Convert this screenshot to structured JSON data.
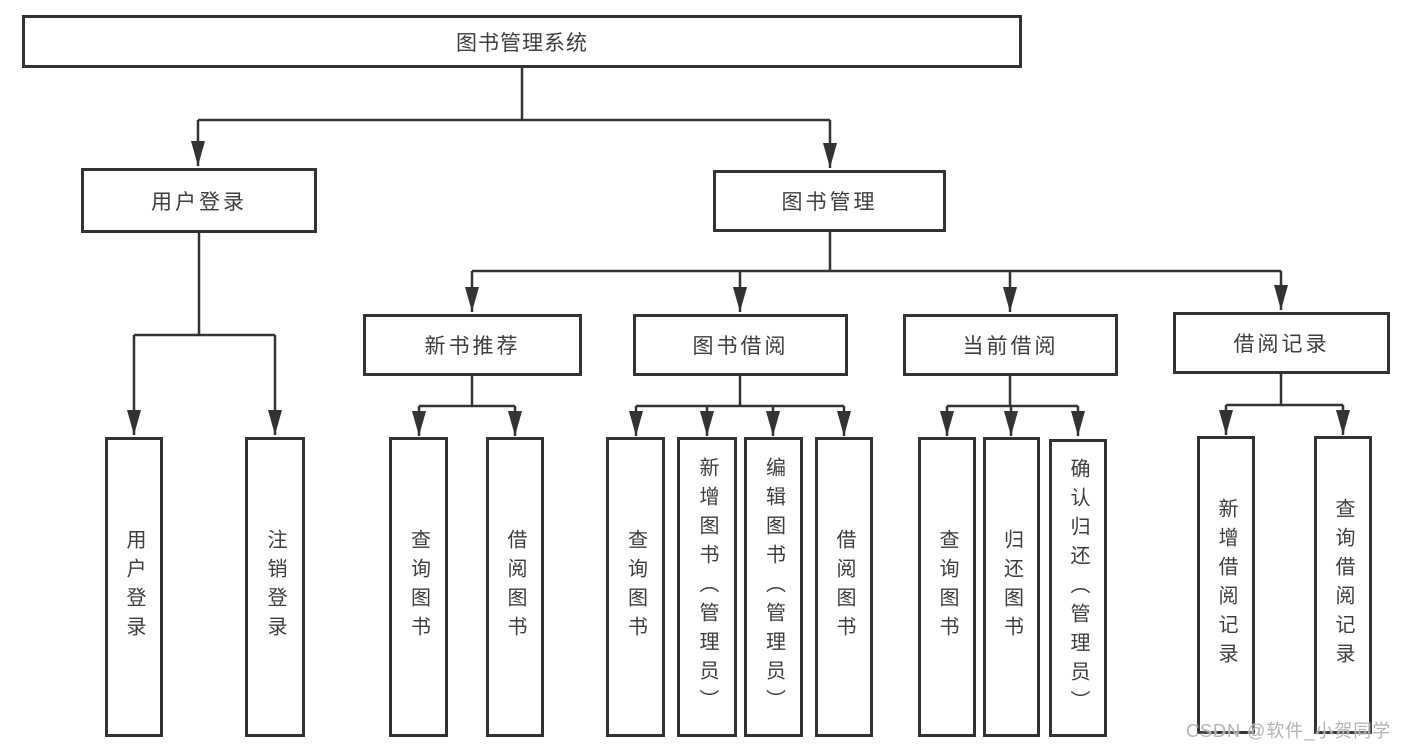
{
  "tree": {
    "root": "图书管理系统",
    "branches": [
      {
        "label": "用户登录",
        "children": [
          "用户登录",
          "注销登录"
        ]
      },
      {
        "label": "图书管理",
        "children": [
          {
            "label": "新书推荐",
            "children": [
              "查询图书",
              "借阅图书"
            ]
          },
          {
            "label": "图书借阅",
            "children": [
              "查询图书",
              "新增图书（管理员）",
              "编辑图书（管理员）",
              "借阅图书"
            ]
          },
          {
            "label": "当前借阅",
            "children": [
              "查询图书",
              "归还图书",
              "确认归还（管理员）"
            ]
          },
          {
            "label": "借阅记录",
            "children": [
              "新增借阅记录",
              "查询借阅记录"
            ]
          }
        ]
      }
    ]
  },
  "watermark": {
    "text": "CSDN @软件_小贺同学"
  },
  "colors": {
    "line": "#333333",
    "box_border": "#333333",
    "text": "#3d3d3d",
    "watermark_text": "#b3b3b3",
    "background": "#ffffff"
  }
}
